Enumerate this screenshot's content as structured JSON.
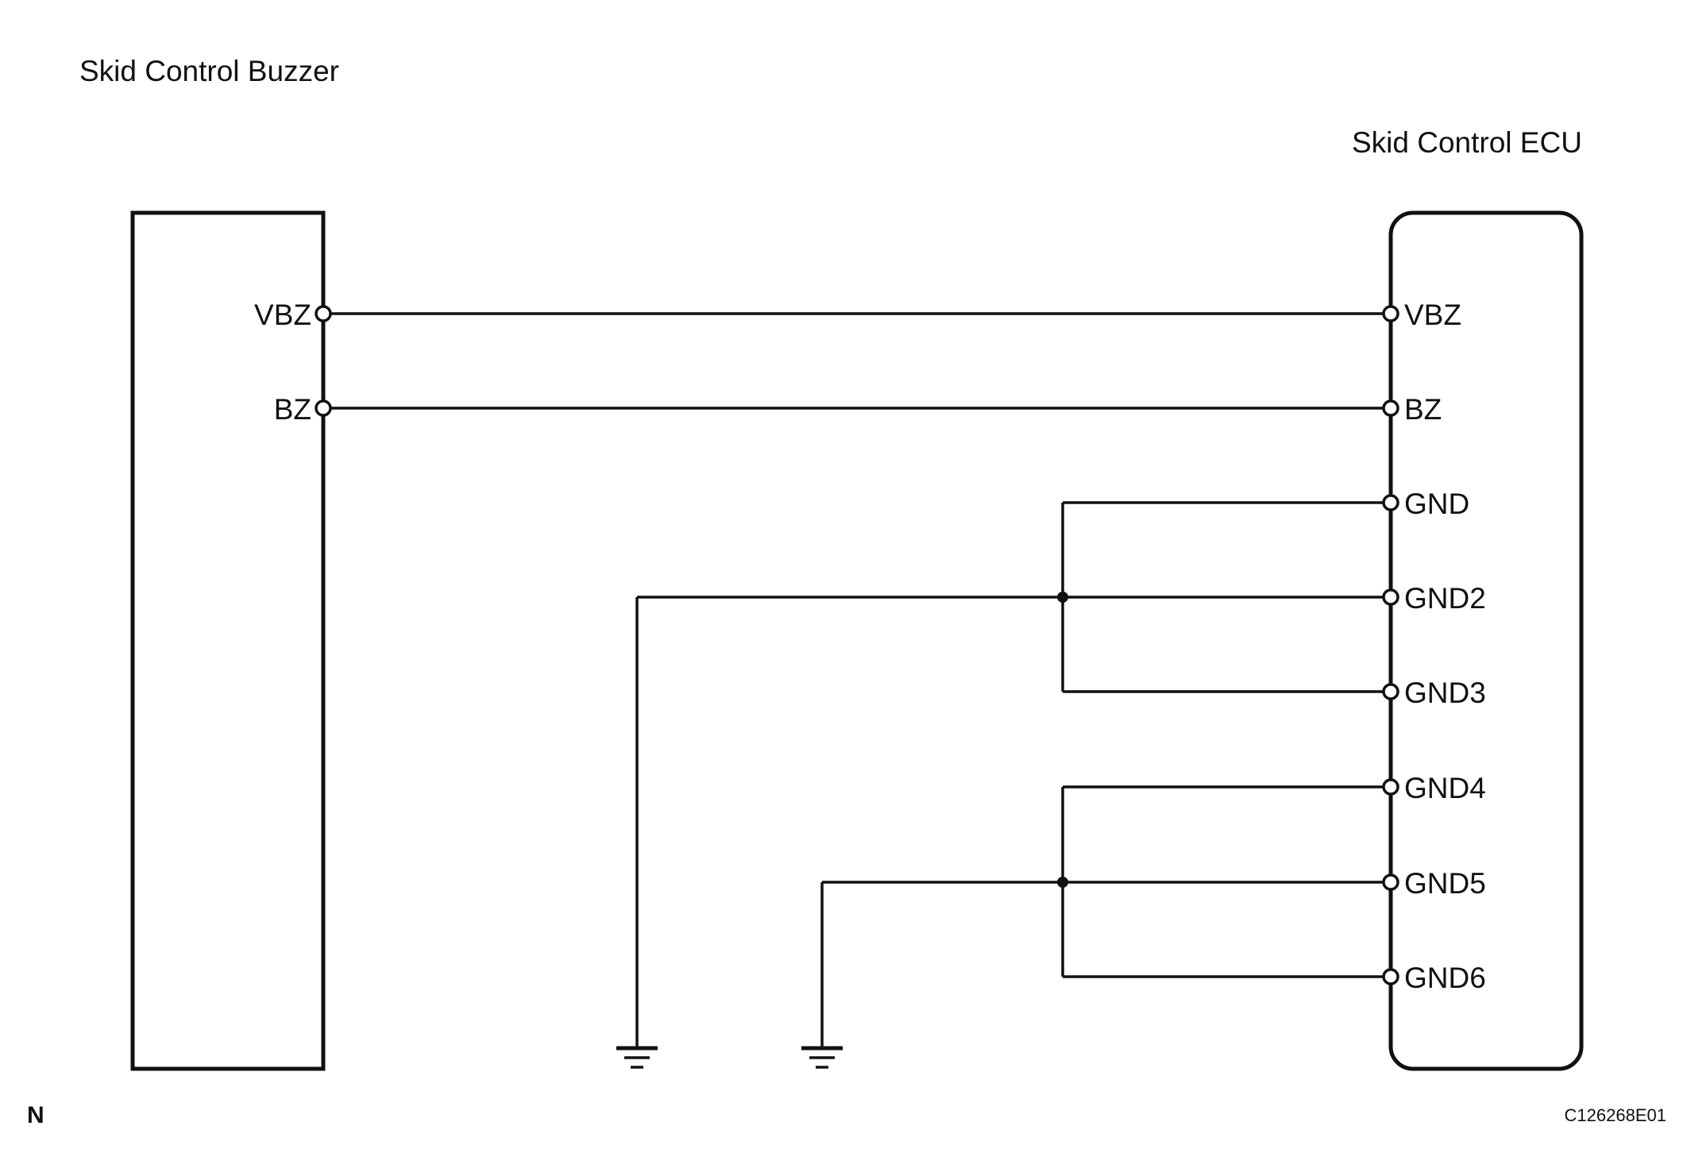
{
  "diagram": {
    "buzzer": {
      "title": "Skid Control Buzzer",
      "pins": [
        "VBZ",
        "BZ"
      ]
    },
    "ecu": {
      "title": "Skid Control ECU",
      "pins": [
        "VBZ",
        "BZ",
        "GND",
        "GND2",
        "GND3",
        "GND4",
        "GND5",
        "GND6"
      ]
    },
    "footer": {
      "left_code": "N",
      "right_code": "C126268E01"
    },
    "ground_groups": [
      {
        "pins": [
          "GND",
          "GND2",
          "GND3"
        ]
      },
      {
        "pins": [
          "GND4",
          "GND5",
          "GND6"
        ]
      }
    ]
  }
}
